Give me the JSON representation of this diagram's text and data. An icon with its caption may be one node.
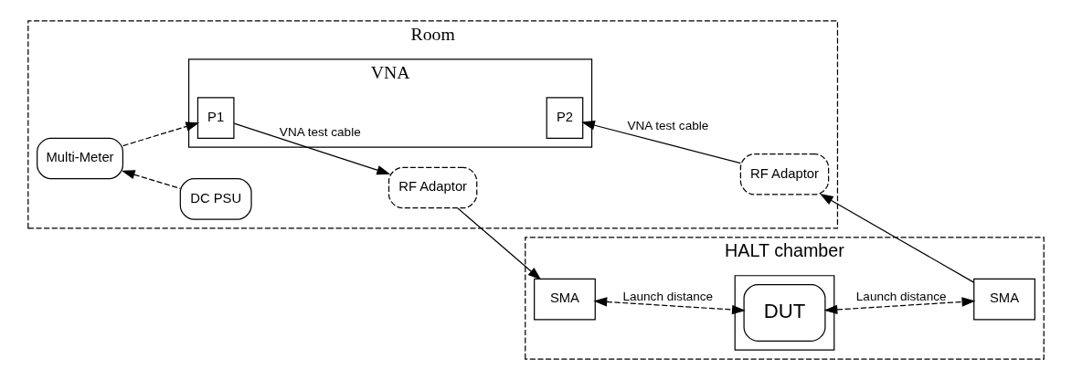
{
  "diagram": {
    "nodes": [
      {
        "text": [
          "Room"
        ]
      },
      {
        "text": [
          "HALT chamber"
        ]
      },
      {
        "text": [
          "Multi-Meter"
        ],
        "in": 0
      },
      {
        "text": [
          "DC PSU"
        ],
        "in": 0
      },
      {
        "text": [
          "VNA"
        ],
        "in": 0
      },
      {
        "text": [
          "P1"
        ],
        "in": 4
      },
      {
        "text": [
          "P2"
        ],
        "in": 4
      },
      {
        "text": [
          "RF Adaptor"
        ],
        "in": 0
      },
      {
        "text": [
          "RF Adaptor"
        ],
        "in": 0
      },
      {
        "text": [],
        "shape": "box",
        "in": 1
      },
      {
        "text": [
          "SMA"
        ],
        "in": 1
      },
      {
        "text": [
          "DUT"
        ],
        "in": 9
      },
      {
        "text": [
          "SMA"
        ],
        "in": 1
      }
    ],
    "edges": [
      {
        "from": 3,
        "to": 2,
        "arrow": "to",
        "style": "dashed"
      },
      {
        "from": 2,
        "to": 5,
        "arrow": "to",
        "style": "dashed"
      },
      {
        "from": 5,
        "to": 7,
        "arrow": "to",
        "label": "VNA test cable"
      },
      {
        "from": 7,
        "to": 10,
        "arrow": "to"
      },
      {
        "from": 10,
        "to": 11,
        "arrow": "both",
        "style": "dashed",
        "label": "Launch distance"
      },
      {
        "from": 11,
        "to": 12,
        "arrow": "both",
        "style": "dashed",
        "label": "Launch distance"
      },
      {
        "from": 12,
        "to": 8,
        "arrow": "to"
      },
      {
        "from": 8,
        "to": 6,
        "arrow": "to",
        "label": "VNA test cable"
      }
    ]
  }
}
